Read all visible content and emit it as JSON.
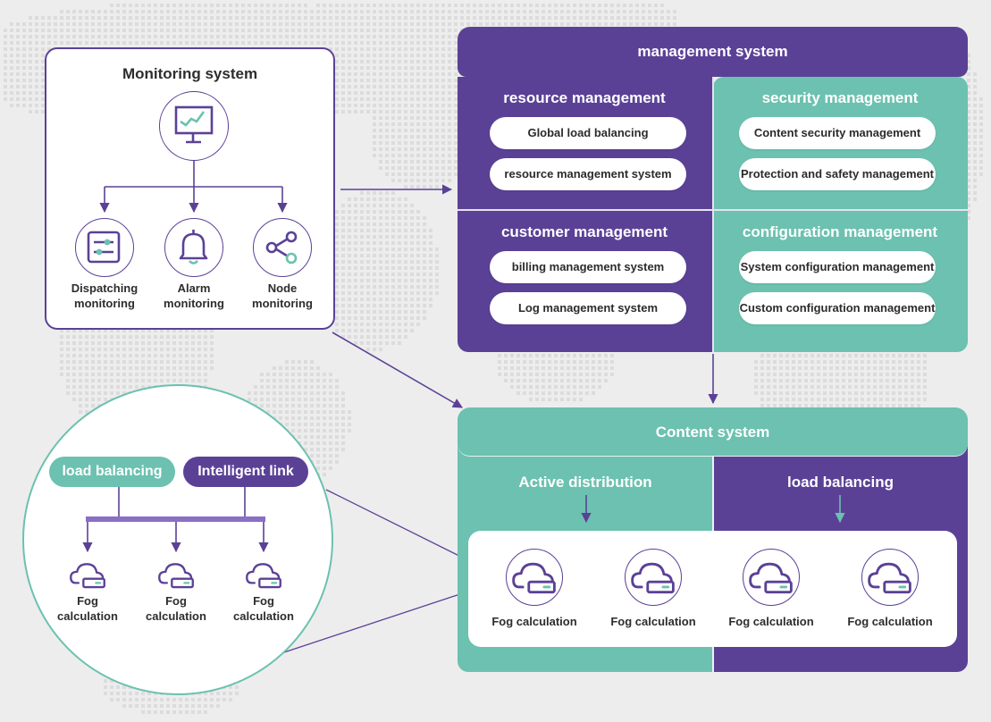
{
  "colors": {
    "purple": "#5b4196",
    "teal": "#6cc1b0",
    "dark_text": "#2d2d2d",
    "background": "#ededed"
  },
  "monitoring": {
    "title": "Monitoring system",
    "icon": "monitor-chart-icon",
    "items": [
      {
        "icon": "sliders-icon",
        "label": "Dispatching\nmonitoring"
      },
      {
        "icon": "bell-icon",
        "label": "Alarm\nmonitoring"
      },
      {
        "icon": "share-node-icon",
        "label": "Node\nmonitoring"
      }
    ]
  },
  "management": {
    "title": "management system",
    "quadrants": [
      {
        "title": "resource management",
        "items": [
          "Global load balancing",
          "resource management system"
        ]
      },
      {
        "title": "security management",
        "items": [
          "Content security management",
          "Protection and safety management"
        ]
      },
      {
        "title": "customer management",
        "items": [
          "billing management system",
          "Log management system"
        ]
      },
      {
        "title": "configuration management",
        "items": [
          "System configuration management",
          "Custom configuration management"
        ]
      }
    ]
  },
  "content": {
    "title": "Content system",
    "left_title": "Active distribution",
    "right_title": "load balancing",
    "nodes": [
      "Fog calculation",
      "Fog calculation",
      "Fog calculation",
      "Fog calculation"
    ]
  },
  "zoom": {
    "tag_left": "load balancing",
    "tag_right": "Intelligent link",
    "nodes": [
      "Fog\ncalculation",
      "Fog\ncalculation",
      "Fog\ncalculation"
    ]
  }
}
